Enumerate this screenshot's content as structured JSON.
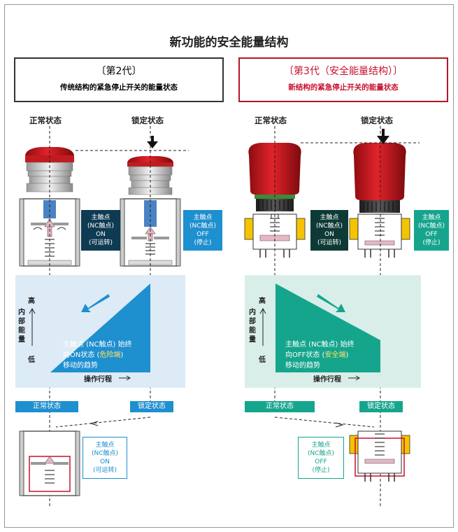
{
  "title": "新功能的安全能量结构",
  "left": {
    "header_line1": "〔第2代〕",
    "header_line2": "传统结构的紧急停止开关的能量状态",
    "state_normal": "正常状态",
    "state_locked": "锁定状态",
    "label_on": [
      "主触点",
      "(NC触点)",
      "ON",
      "(可运转)"
    ],
    "label_off": [
      "主触点",
      "(NC触点)",
      "OFF",
      "(停止)"
    ],
    "axis_high": "高",
    "axis_low": "低",
    "axis_energy": "内部能量",
    "chart_line1": "主触点 (NC触点) 始终",
    "chart_line2_a": "向ON状态 (",
    "chart_line2_hl": "危险端",
    "chart_line2_b": ")",
    "chart_line3": "移动的趋势",
    "axis_stroke": "操作行程",
    "bottom_label": [
      "主触点",
      "(NC触点)",
      "ON",
      "(可运转)"
    ]
  },
  "right": {
    "header_line1": "〔第3代（安全能量结构）〕",
    "header_line2": "新结构的紧急停止开关的能量状态",
    "state_normal": "正常状态",
    "state_locked": "锁定状态",
    "label_on": [
      "主触点",
      "(NC触点)",
      "ON",
      "(可运转)"
    ],
    "label_off": [
      "主触点",
      "(NC触点)",
      "OFF",
      "(停止)"
    ],
    "axis_high": "高",
    "axis_low": "低",
    "axis_energy": "内部能量",
    "chart_line1": "主触点 (NC触点) 始终",
    "chart_line2_a": "向OFF状态 (",
    "chart_line2_hl": "安全端",
    "chart_line2_b": ")",
    "chart_line3": "移动的趋势",
    "axis_stroke": "操作行程",
    "bottom_label": [
      "主触点",
      "(NC触点)",
      "OFF",
      "(停止)"
    ]
  },
  "colors": {
    "blue": "#1e8fcf",
    "green": "#15a58d",
    "red": "#c8102e",
    "panel_blue": "#dcebf6",
    "panel_green": "#d9eee9",
    "highlight": "#ffe45c"
  }
}
